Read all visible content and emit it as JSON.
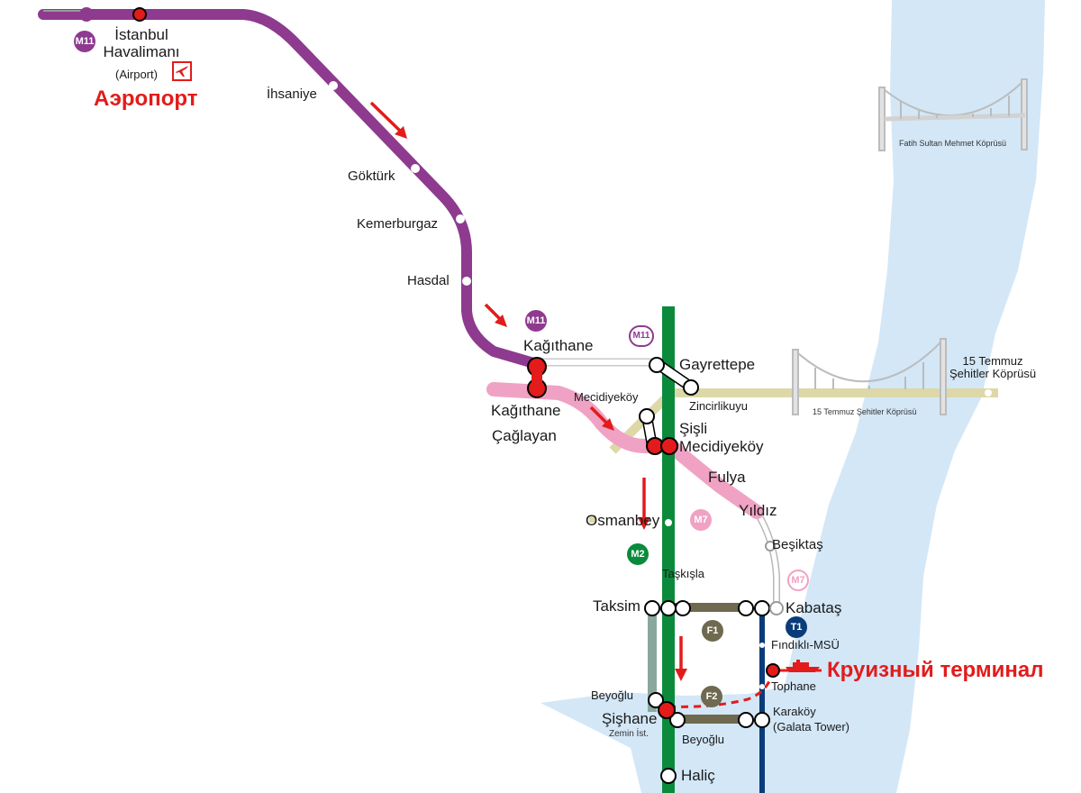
{
  "colors": {
    "m11": "#8e3a8f",
    "m2": "#0b8a3c",
    "m7": "#f0a2c4",
    "t1": "#0b3c7a",
    "f1f2": "#6f6950",
    "tan": "#ddd8a8",
    "water": "#d3e7f7",
    "highlight": "#e31b1b"
  },
  "annotations": {
    "airport_ru": "Аэропорт",
    "cruise_ru": "Круизный терминал",
    "plane_icon": "plane-icon",
    "ship_icon": "ship-icon"
  },
  "line_badges": {
    "m11_top": "M11",
    "m11_kagithane": "M11",
    "m11_gayrettepe": "M11",
    "m2": "M2",
    "m7_osmanbey": "M7",
    "m7_kabatas": "M7",
    "t1": "T1",
    "f1": "F1",
    "f2": "F2"
  },
  "stations": {
    "istanbul_airport": "İstanbul Havalimanı",
    "airport_sub": "(Airport)",
    "ihsaniye": "İhsaniye",
    "gokturk": "Göktürk",
    "kemerburgaz": "Kemerburgaz",
    "hasdal": "Hasdal",
    "kagithane_m11": "Kağıthane",
    "kagithane_m7": "Kağıthane",
    "gayrettepe": "Gayrettepe",
    "zincirlikuyu": "Zincirlikuyu",
    "mecidiyekoy_m7": "Mecidiyeköy",
    "caglayan": "Çağlayan",
    "sisli": "Şişli",
    "sisli_mecidiyekoy": "Mecidiyeköy",
    "fulya": "Fulya",
    "yildiz": "Yıldız",
    "osmanbey": "Osmanbey",
    "besiktas": "Beşiktaş",
    "taskisla": "Taşkışla",
    "taksim": "Taksim",
    "kabatas": "Kabataş",
    "findikli": "Fındıklı-MSÜ",
    "tophane": "Tophane",
    "beyoglu_top": "Beyoğlu",
    "sishane": "Şişhane",
    "zemin_ist": "Zemin İst.",
    "beyoglu_bottom": "Beyoğlu",
    "karakoy": "Karaköy",
    "galata_tower": "(Galata Tower)",
    "halic": "Haliç"
  },
  "bridges": {
    "fsm": "Fatih Sultan Mehmet Köprüsü",
    "temmuz_label": "15 Temmuz Şehitler Köprüsü",
    "temmuz_small": "15 Temmuz Şehitler Köprüsü"
  }
}
